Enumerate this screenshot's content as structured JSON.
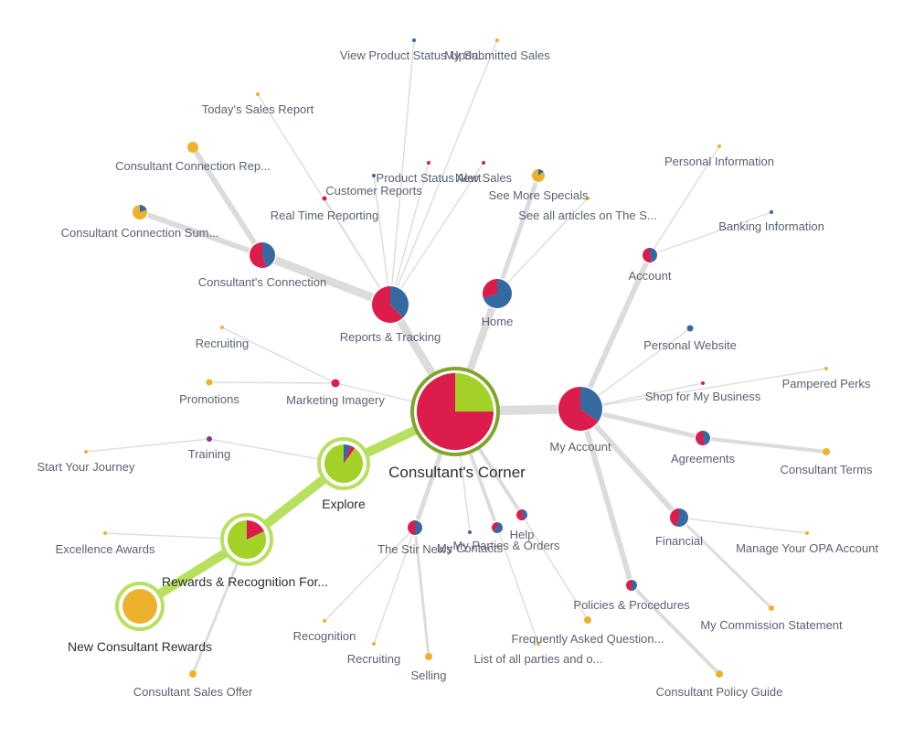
{
  "colors": {
    "red": "#dc1c4b",
    "blue": "#356aa0",
    "yellow": "#ecb22e",
    "green": "#a4d127",
    "green_ring": "#7fa62a",
    "green_edge": "#b8e060",
    "edge": "#dcdcdc"
  },
  "root": {
    "label": "Consultant's Corner",
    "share": {
      "red": 0.75,
      "green": 0.25
    }
  },
  "nodes": [
    {
      "id": "reports",
      "label": "Reports & Tracking",
      "kind": "pie",
      "share": {
        "red": 0.62,
        "blue": 0.38
      }
    },
    {
      "id": "home",
      "label": "Home",
      "kind": "pie",
      "share": {
        "red": 0.3,
        "blue": 0.7
      }
    },
    {
      "id": "myaccount",
      "label": "My Account",
      "kind": "pie",
      "share": {
        "red": 0.65,
        "blue": 0.35
      }
    },
    {
      "id": "explore",
      "label": "Explore",
      "kind": "pie-green",
      "share": {
        "green": 0.9,
        "blue": 0.06,
        "red": 0.04
      }
    },
    {
      "id": "rewards",
      "label": "Rewards & Recognition For...",
      "kind": "pie-green",
      "share": {
        "green": 0.82,
        "red": 0.18
      }
    },
    {
      "id": "newcons",
      "label": "New Consultant Rewards",
      "kind": "leaf-active",
      "share": {
        "yellow": 1
      }
    },
    {
      "id": "connection",
      "label": "Consultant's Connection",
      "kind": "pie",
      "share": {
        "red": 0.55,
        "blue": 0.45
      }
    },
    {
      "id": "marketing",
      "label": "Marketing Imagery",
      "kind": "dot-red"
    },
    {
      "id": "training",
      "label": "Training",
      "kind": "dot-purple"
    },
    {
      "id": "stirnews",
      "label": "The Stir News",
      "kind": "pie",
      "share": {
        "red": 0.5,
        "blue": 0.5
      }
    },
    {
      "id": "contacts",
      "label": "My Contacts",
      "kind": "dot-blue"
    },
    {
      "id": "parties",
      "label": "My Parties & Orders",
      "kind": "pie",
      "share": {
        "red": 0.35,
        "blue": 0.65
      }
    },
    {
      "id": "help",
      "label": "Help",
      "kind": "pie",
      "share": {
        "red": 0.6,
        "blue": 0.4
      }
    },
    {
      "id": "account",
      "label": "Account",
      "kind": "pie",
      "share": {
        "red": 0.55,
        "blue": 0.45
      }
    },
    {
      "id": "personalweb",
      "label": "Personal Website",
      "kind": "dot-blue"
    },
    {
      "id": "shop",
      "label": "Shop for My Business",
      "kind": "dot-red"
    },
    {
      "id": "agreements",
      "label": "Agreements",
      "kind": "pie",
      "share": {
        "red": 0.55,
        "blue": 0.45
      }
    },
    {
      "id": "financial",
      "label": "Financial",
      "kind": "pie",
      "share": {
        "red": 0.45,
        "blue": 0.55
      }
    },
    {
      "id": "policies",
      "label": "Policies & Procedures",
      "kind": "pie",
      "share": {
        "red": 0.5,
        "blue": 0.5
      }
    },
    {
      "id": "viewstatus",
      "label": "View Product Status Upda...",
      "kind": "dot-blue"
    },
    {
      "id": "mysubmitted",
      "label": "My Submitted Sales",
      "kind": "dot-yellow"
    },
    {
      "id": "productstatus",
      "label": "Product Status Alert",
      "kind": "dot-red"
    },
    {
      "id": "newsales",
      "label": "New Sales",
      "kind": "dot-red"
    },
    {
      "id": "customerreports",
      "label": "Customer Reports",
      "kind": "dot-blue"
    },
    {
      "id": "realtime",
      "label": "Real Time Reporting",
      "kind": "dot-red"
    },
    {
      "id": "todaysales",
      "label": "Today's Sales Report",
      "kind": "dot-yellow"
    },
    {
      "id": "connrep",
      "label": "Consultant Connection Rep...",
      "kind": "dot-yellow"
    },
    {
      "id": "connsum",
      "label": "Consultant Connection Sum...",
      "kind": "pie",
      "share": {
        "yellow": 0.8,
        "blue": 0.2
      }
    },
    {
      "id": "seemore",
      "label": "See More Specials",
      "kind": "pie",
      "share": {
        "yellow": 0.85,
        "blue": 0.15
      }
    },
    {
      "id": "seearticles",
      "label": "See all articles on The S...",
      "kind": "dot-yellow"
    },
    {
      "id": "personalinfo",
      "label": "Personal Information",
      "kind": "dot-yellow"
    },
    {
      "id": "banking",
      "label": "Banking Information",
      "kind": "dot-blue"
    },
    {
      "id": "pamperedperks",
      "label": "Pampered Perks",
      "kind": "dot-yellow"
    },
    {
      "id": "consterms",
      "label": "Consultant Terms",
      "kind": "dot-yellow"
    },
    {
      "id": "opa",
      "label": "Manage Your OPA Account",
      "kind": "dot-yellow"
    },
    {
      "id": "commission",
      "label": "My Commission Statement",
      "kind": "dot-yellow"
    },
    {
      "id": "policyguide",
      "label": "Consultant Policy Guide",
      "kind": "dot-yellow"
    },
    {
      "id": "faq",
      "label": "Frequently Asked Question...",
      "kind": "dot-yellow"
    },
    {
      "id": "listparties",
      "label": "List of all parties and o...",
      "kind": "dot-yellow"
    },
    {
      "id": "selling",
      "label": "Selling",
      "kind": "dot-yellow"
    },
    {
      "id": "recruiting2",
      "label": "Recruiting",
      "kind": "dot-yellow"
    },
    {
      "id": "recognition",
      "label": "Recognition",
      "kind": "dot-yellow"
    },
    {
      "id": "recruiting1",
      "label": "Recruiting",
      "kind": "dot-yellow"
    },
    {
      "id": "promotions",
      "label": "Promotions",
      "kind": "dot-yellow"
    },
    {
      "id": "startjourney",
      "label": "Start Your Journey",
      "kind": "dot-yellow"
    },
    {
      "id": "excellence",
      "label": "Excellence Awards",
      "kind": "dot-yellow"
    },
    {
      "id": "salesoffer",
      "label": "Consultant Sales Offer",
      "kind": "dot-yellow"
    }
  ],
  "edges": [
    [
      "root",
      "reports"
    ],
    [
      "root",
      "home"
    ],
    [
      "root",
      "myaccount"
    ],
    [
      "root",
      "explore"
    ],
    [
      "root",
      "marketing"
    ],
    [
      "root",
      "stirnews"
    ],
    [
      "root",
      "contacts"
    ],
    [
      "root",
      "parties"
    ],
    [
      "root",
      "help"
    ],
    [
      "explore",
      "rewards"
    ],
    [
      "explore",
      "training"
    ],
    [
      "rewards",
      "newcons"
    ],
    [
      "rewards",
      "excellence"
    ],
    [
      "rewards",
      "salesoffer"
    ],
    [
      "reports",
      "connection"
    ],
    [
      "reports",
      "viewstatus"
    ],
    [
      "reports",
      "mysubmitted"
    ],
    [
      "reports",
      "customerreports"
    ],
    [
      "reports",
      "realtime"
    ],
    [
      "reports",
      "productstatus"
    ],
    [
      "reports",
      "newsales"
    ],
    [
      "reports",
      "todaysales"
    ],
    [
      "connection",
      "connrep"
    ],
    [
      "connection",
      "connsum"
    ],
    [
      "home",
      "seemore"
    ],
    [
      "home",
      "seearticles"
    ],
    [
      "myaccount",
      "account"
    ],
    [
      "myaccount",
      "personalweb"
    ],
    [
      "myaccount",
      "shop"
    ],
    [
      "myaccount",
      "agreements"
    ],
    [
      "myaccount",
      "financial"
    ],
    [
      "myaccount",
      "policies"
    ],
    [
      "myaccount",
      "pamperedperks"
    ],
    [
      "account",
      "personalinfo"
    ],
    [
      "account",
      "banking"
    ],
    [
      "agreements",
      "consterms"
    ],
    [
      "financial",
      "opa"
    ],
    [
      "financial",
      "commission"
    ],
    [
      "policies",
      "policyguide"
    ],
    [
      "marketing",
      "recruiting1"
    ],
    [
      "marketing",
      "promotions"
    ],
    [
      "training",
      "startjourney"
    ],
    [
      "stirnews",
      "recognition"
    ],
    [
      "stirnews",
      "recruiting2"
    ],
    [
      "stirnews",
      "selling"
    ],
    [
      "parties",
      "listparties"
    ],
    [
      "help",
      "faq"
    ]
  ]
}
